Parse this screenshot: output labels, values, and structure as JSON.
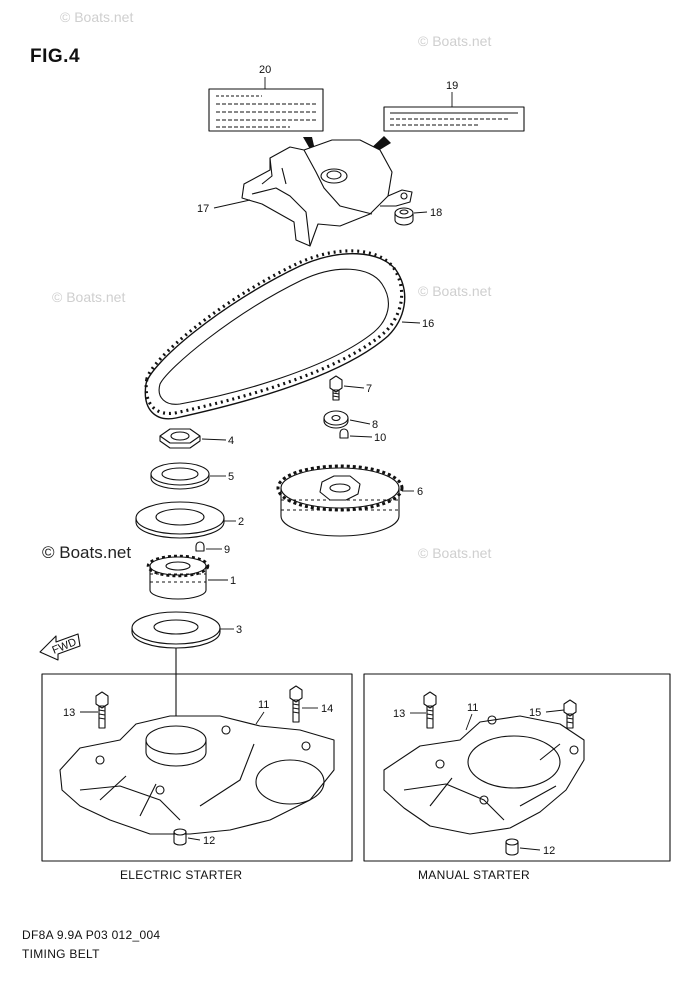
{
  "figure_title": "FIG.4",
  "watermark": "© Boats.net",
  "fwd_label": "FWD",
  "parts": [
    {
      "num": "20",
      "name": "label-plate-20"
    },
    {
      "num": "19",
      "name": "label-plate-19"
    },
    {
      "num": "17",
      "name": "timing-belt-cover"
    },
    {
      "num": "18",
      "name": "grommet"
    },
    {
      "num": "16",
      "name": "timing-belt"
    },
    {
      "num": "7",
      "name": "bolt-7"
    },
    {
      "num": "8",
      "name": "washer-8"
    },
    {
      "num": "10",
      "name": "key-10"
    },
    {
      "num": "4",
      "name": "nut-4"
    },
    {
      "num": "5",
      "name": "washer-5"
    },
    {
      "num": "6",
      "name": "camshaft-pulley"
    },
    {
      "num": "2",
      "name": "belt-guide-2"
    },
    {
      "num": "9",
      "name": "key-9"
    },
    {
      "num": "1",
      "name": "crankshaft-pulley"
    },
    {
      "num": "3",
      "name": "belt-guide-3"
    },
    {
      "num": "13",
      "name": "bolt-13-electric"
    },
    {
      "num": "11",
      "name": "bracket-11-electric"
    },
    {
      "num": "14",
      "name": "bolt-14"
    },
    {
      "num": "12",
      "name": "bushing-12-electric"
    },
    {
      "num": "13",
      "name": "bolt-13-manual"
    },
    {
      "num": "11",
      "name": "bracket-11-manual"
    },
    {
      "num": "15",
      "name": "bolt-15"
    },
    {
      "num": "12",
      "name": "bushing-12-manual"
    }
  ],
  "captions": {
    "electric": "ELECTRIC STARTER",
    "manual": "MANUAL STARTER"
  },
  "footer": {
    "code": "DF8A 9.9A P03 012_004",
    "title": "TIMING BELT"
  }
}
